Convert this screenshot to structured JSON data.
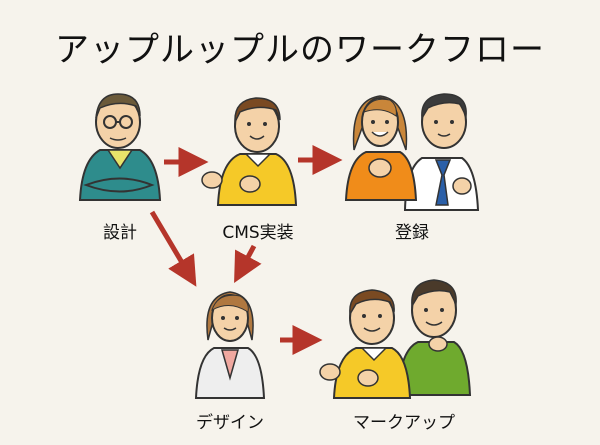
{
  "title": "アップルップルのワークフロー",
  "nodes": {
    "design_spec": "設計",
    "cms": "CMS実装",
    "register": "登録",
    "design": "デザイン",
    "markup": "マークアップ"
  },
  "colors": {
    "background": "#f6f3ec",
    "arrow": "#c0392b",
    "teal": "#2a8a8a",
    "yellow": "#f5c928",
    "orange": "#f08c1a",
    "green": "#6faa2e",
    "white": "#ffffff",
    "tie": "#2a5fa8"
  }
}
